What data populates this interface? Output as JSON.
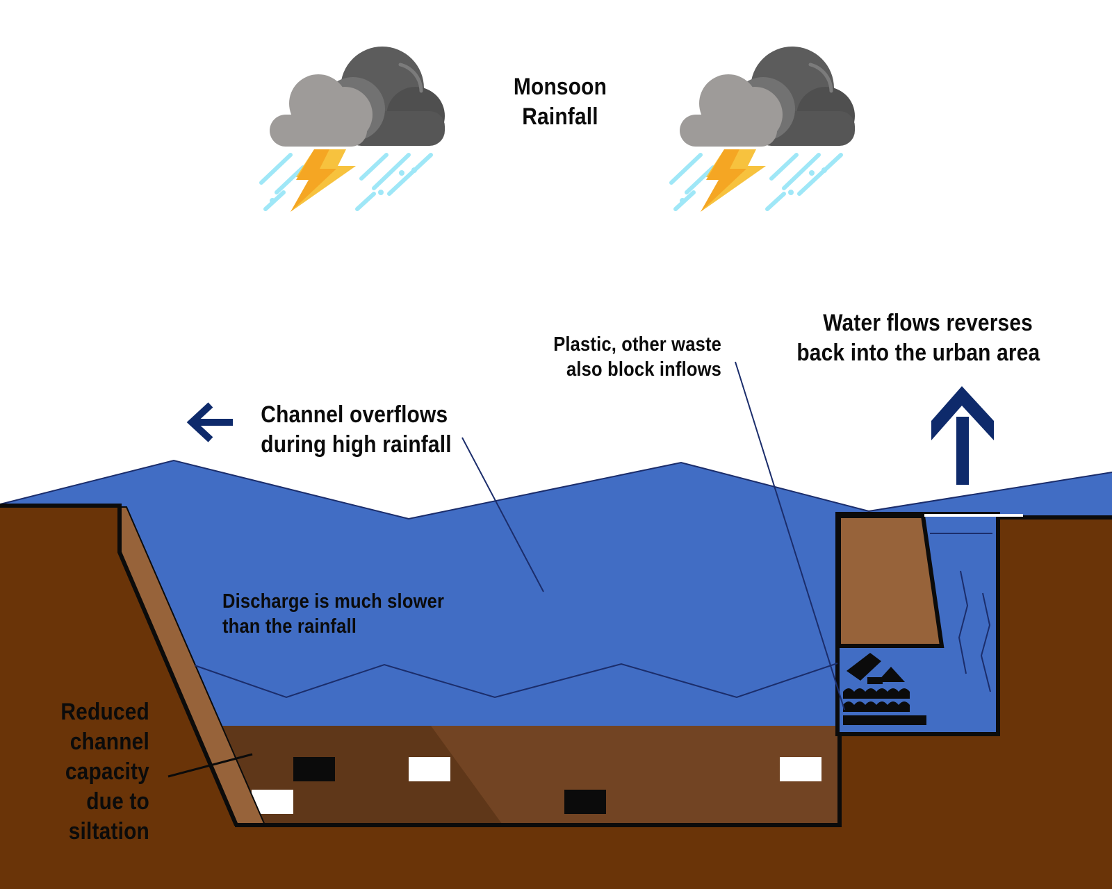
{
  "labels": {
    "monsoon": [
      "Monsoon",
      "Rainfall"
    ],
    "overflow": [
      "Channel overflows",
      "during high rainfall"
    ],
    "discharge": [
      "Discharge is much slower",
      "than the rainfall"
    ],
    "waste": [
      "Plastic, other waste",
      "also block inflows"
    ],
    "reverse": [
      "Water flows reverses",
      "back into the urban area"
    ],
    "siltation": [
      "Reduced",
      "channel",
      "capacity",
      "due to",
      "siltation"
    ]
  },
  "icons": {
    "cloud_left": "storm-cloud-icon",
    "cloud_right": "storm-cloud-icon",
    "arrow_left": "left-arrow-icon",
    "arrow_up": "up-arrow-icon",
    "waste": "waste-icon"
  },
  "colors": {
    "water": "#416DC4",
    "soil": "#6A3408",
    "bank": "#97633A",
    "sediment": "#724423",
    "sediment_shade": "#5F3719",
    "arrow": "#0E2A6B",
    "cloud_dark": "#5A5A5A",
    "cloud_light": "#9E9B99",
    "rain": "#9FE7F7",
    "lightning": "#F7C23E"
  }
}
